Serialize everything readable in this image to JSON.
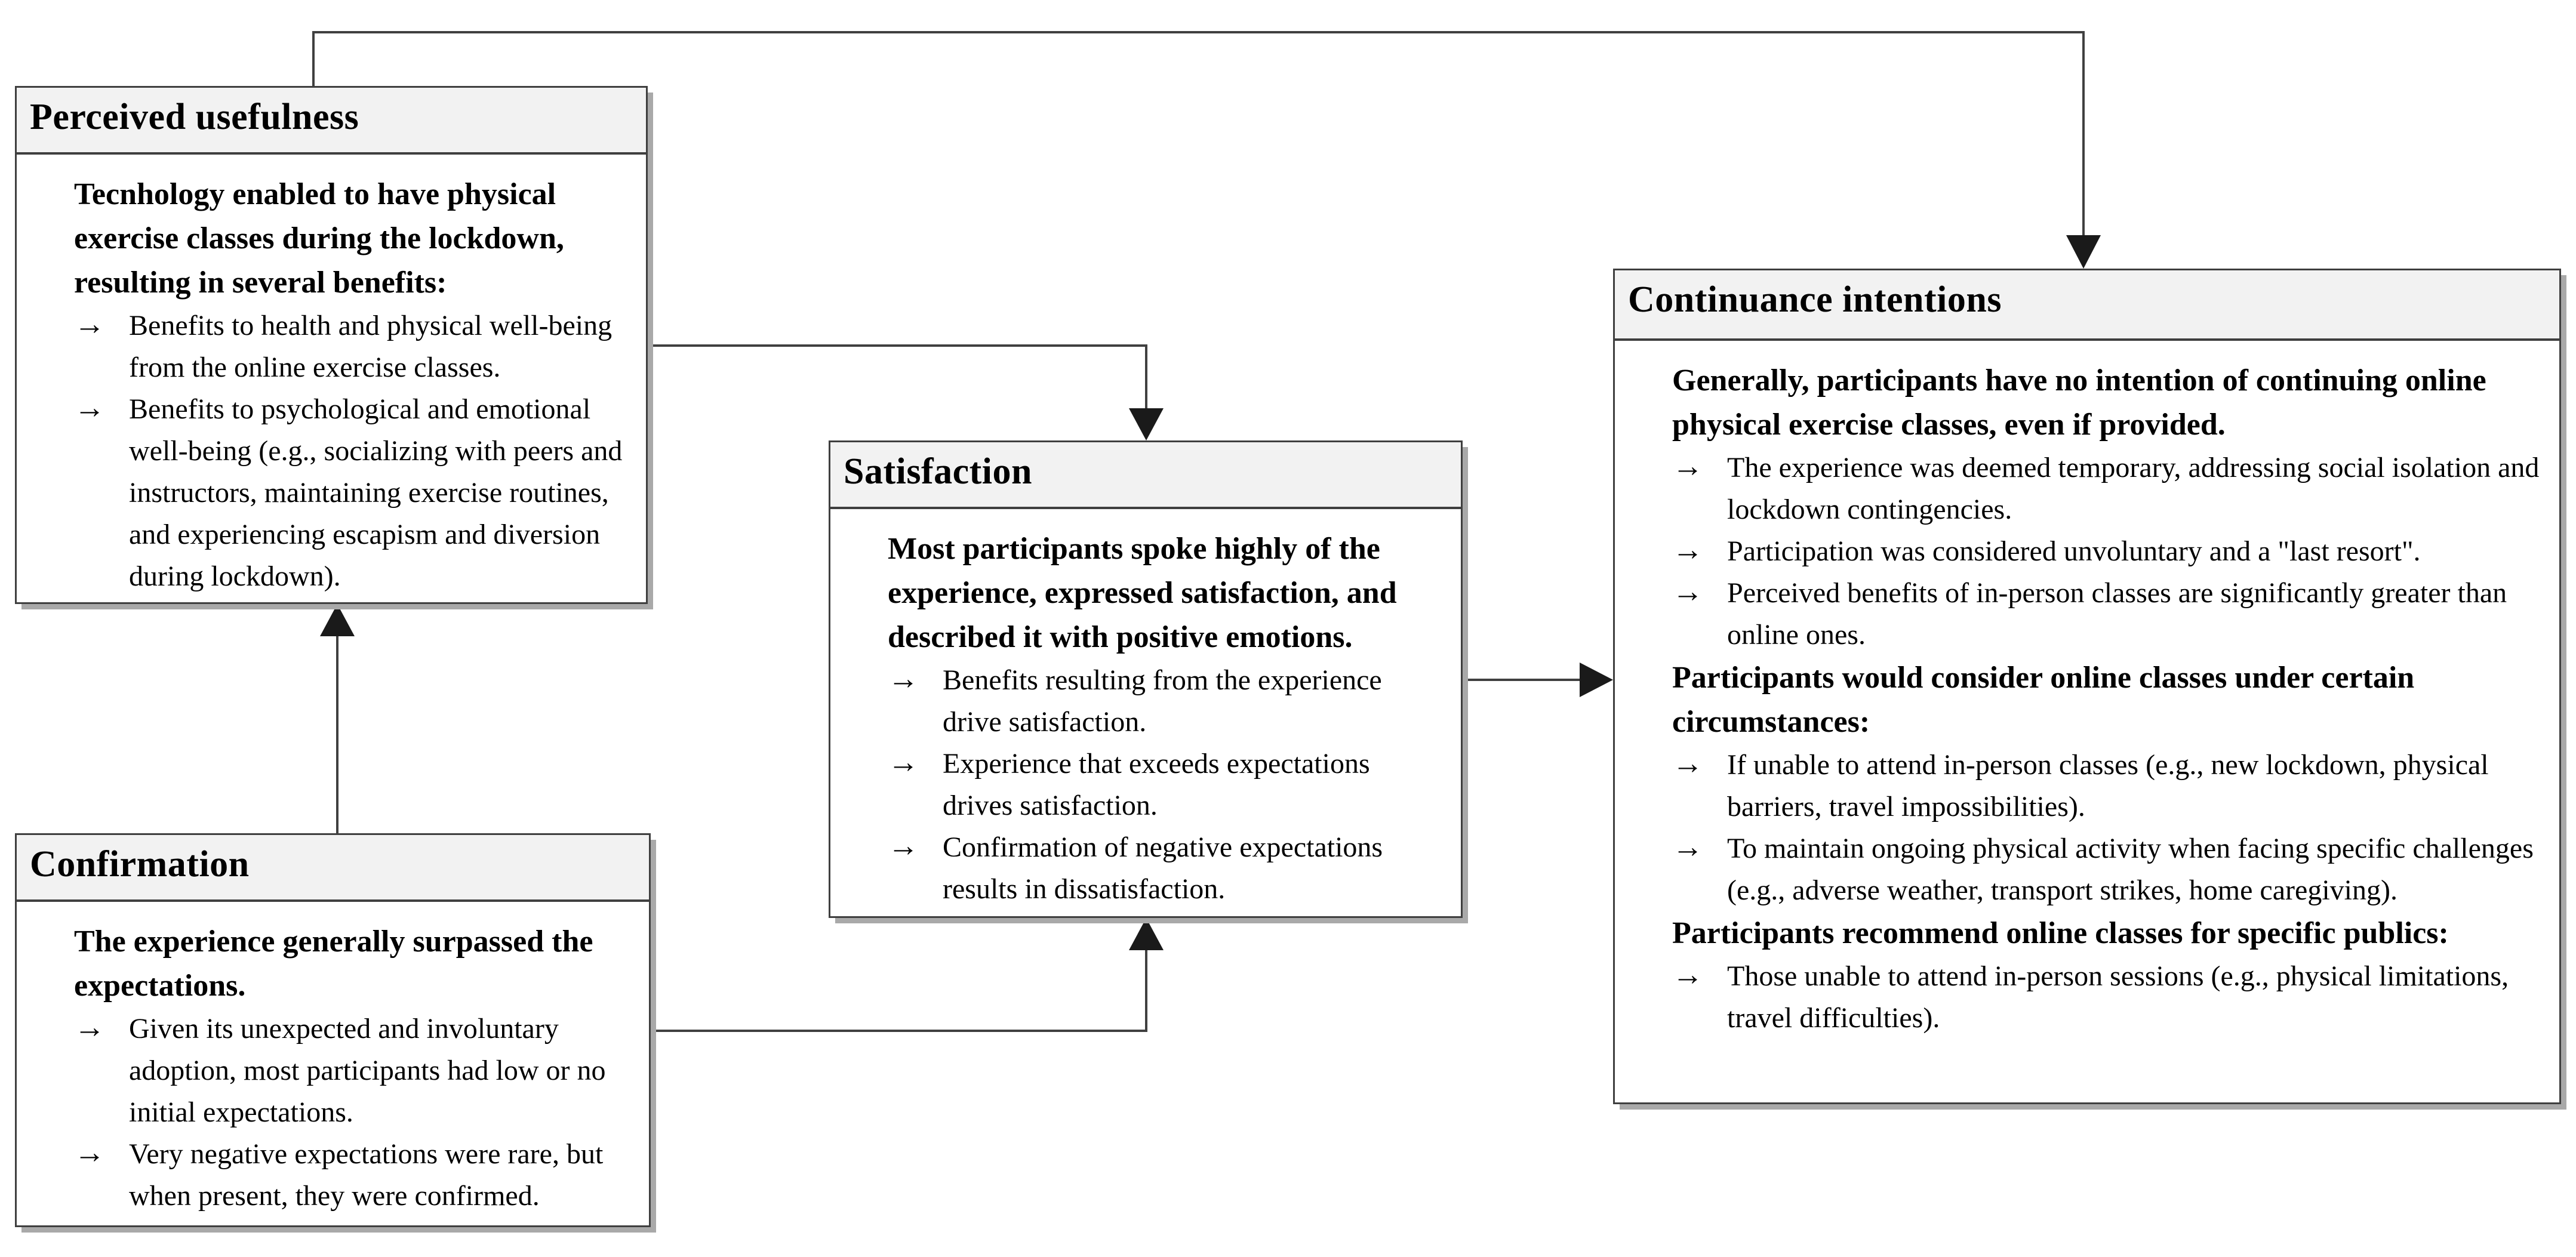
{
  "diagram": {
    "bullet_glyph": "→",
    "colors": {
      "box_border": "#3f3f3f",
      "header_fill": "#f2f2f2",
      "connector_line": "#404040",
      "arrowhead": "#1a1a1a",
      "shadow": "#a9a9a9",
      "text": "#000000",
      "background": "#ffffff"
    },
    "boxes": [
      {
        "id": "perceived_usefulness",
        "title": "Perceived usefulness",
        "sections": [
          {
            "lead": "Tecnhology enabled to have physical exercise classes during the lockdown, resulting in several benefits:",
            "bullets": [
              "Benefits to health and physical well-being from the online exercise classes.",
              "Benefits to psychological and emotional well-being (e.g., socializing with peers and instructors, maintaining exercise routines, and experiencing escapism and diversion during lockdown)."
            ]
          }
        ]
      },
      {
        "id": "confirmation",
        "title": "Confirmation",
        "sections": [
          {
            "lead": "The experience generally surpassed the expectations.",
            "bullets": [
              "Given its unexpected and involuntary adoption, most participants had low or no initial expectations.",
              "Very negative expectations were rare, but when present, they were confirmed."
            ]
          }
        ]
      },
      {
        "id": "satisfaction",
        "title": "Satisfaction",
        "sections": [
          {
            "lead": "Most participants spoke highly of the experience, expressed satisfaction, and described it with positive emotions.",
            "bullets": [
              "Benefits resulting from the experience drive satisfaction.",
              "Experience that exceeds expectations drives satisfaction.",
              "Confirmation of negative expectations results in dissatisfaction."
            ]
          }
        ]
      },
      {
        "id": "continuance_intentions",
        "title": "Continuance intentions",
        "sections": [
          {
            "lead": "Generally, participants have no intention of continuing online physical exercise classes, even if provided.",
            "bullets": [
              "The experience was deemed temporary, addressing social isolation and lockdown contingencies.",
              "Participation was considered unvoluntary and a \"last resort\".",
              "Perceived benefits of in-person classes are significantly greater than online ones."
            ]
          },
          {
            "lead": "Participants would consider online classes under certain circumstances:",
            "bullets": [
              "If unable to attend in-person classes (e.g., new lockdown, physical barriers, travel impossibilities).",
              "To maintain ongoing physical activity when facing specific challenges (e.g., adverse weather, transport strikes, home caregiving)."
            ]
          },
          {
            "lead": "Participants recommend online classes for specific publics:",
            "bullets": [
              "Those unable to attend in-person sessions (e.g., physical limitations, travel difficulties)."
            ]
          }
        ]
      }
    ],
    "connectors": [
      {
        "from": "perceived_usefulness",
        "to": "continuance_intentions"
      },
      {
        "from": "perceived_usefulness",
        "to": "satisfaction"
      },
      {
        "from": "confirmation",
        "to": "perceived_usefulness"
      },
      {
        "from": "confirmation",
        "to": "satisfaction"
      },
      {
        "from": "satisfaction",
        "to": "continuance_intentions"
      }
    ]
  }
}
